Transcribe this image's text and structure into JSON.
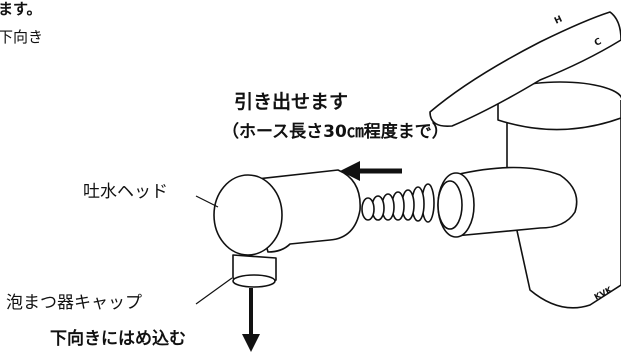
{
  "header": {
    "line1_partial": "ます。",
    "line2_partial": "下向き"
  },
  "callouts": {
    "pull_out_title": "引き出せます",
    "pull_out_note": "（ホース長さ30㎝程度まで）",
    "spray_head": "吐水ヘッド",
    "aerator_cap": "泡まつ器キャップ",
    "push_down": "下向きにはめ込む"
  },
  "faucet": {
    "handle_marks": [
      "H",
      "C"
    ],
    "brand_mark": "KVK"
  },
  "colors": {
    "ink": "#111111",
    "faucet_body": "#ffffff",
    "background": "#ffffff"
  }
}
